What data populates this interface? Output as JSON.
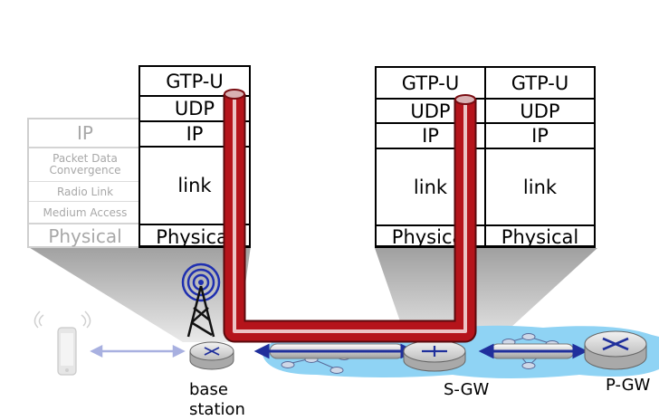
{
  "base_station_stack": {
    "layers": [
      "GTP-U",
      "UDP",
      "IP",
      "link",
      "Physical"
    ]
  },
  "ue_stack": {
    "ip": "IP",
    "pdcp": "Packet Data Convergence",
    "rlc": "Radio Link",
    "mac": "Medium Access",
    "phy": "Physical"
  },
  "sgw_stack_left": {
    "layers": [
      "GTP-U",
      "UDP",
      "IP",
      "link",
      "Physical"
    ]
  },
  "sgw_stack_right": {
    "layers": [
      "GTP-U",
      "UDP",
      "IP",
      "link",
      "Physical"
    ]
  },
  "nodes": {
    "base_station": "base station",
    "sgw": "S-GW",
    "pgw": "P-GW"
  },
  "colors": {
    "tunnel": "#b5141b",
    "tunnel_highlight": "#ffffff",
    "core_network": "#8fd3f4",
    "router_fill": "#d9d9d9",
    "link_arrow": "#1f2f9c",
    "radio_link": "#a8b0e0"
  },
  "icons": [
    "antenna-tower-icon",
    "smartphone-icon",
    "router-icon",
    "switch-icon"
  ]
}
